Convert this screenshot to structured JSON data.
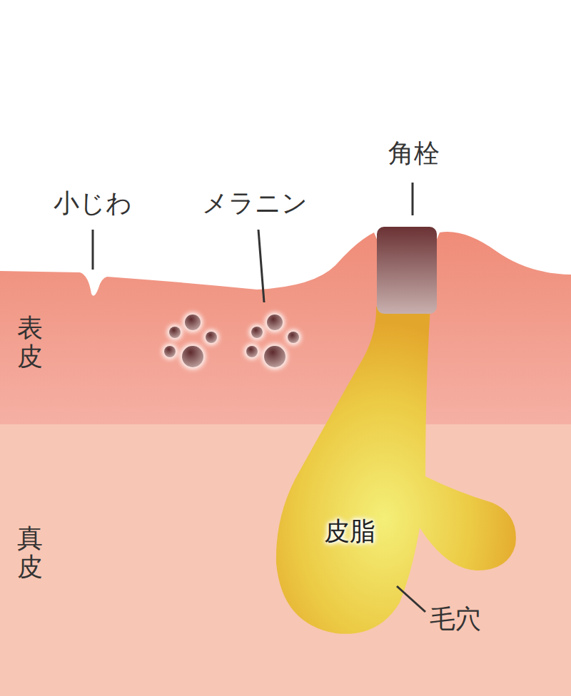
{
  "diagram": {
    "nodes": [
      {
        "text": [
          "表皮"
        ]
      },
      {
        "text": [
          "真皮"
        ]
      },
      {
        "text": [
          "皮脂"
        ]
      }
    ],
    "labels": [
      "小じわ",
      "メラニン",
      "角栓",
      "毛穴"
    ]
  }
}
